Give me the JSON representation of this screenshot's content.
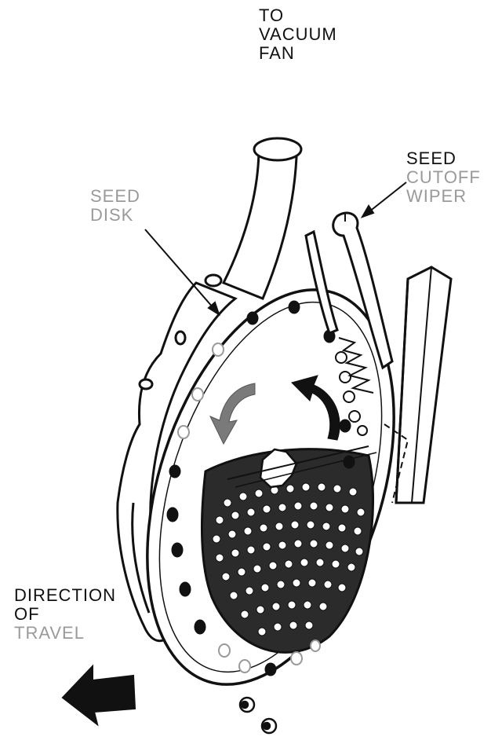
{
  "labels": {
    "vacuum": [
      "TO",
      "VACUUM",
      "FAN"
    ],
    "wiper": [
      "SEED",
      "CUTOFF",
      "WIPER"
    ],
    "disk": [
      "SEED",
      "DISK"
    ],
    "direction": [
      "DIRECTION",
      "OF",
      "TRAVEL"
    ]
  },
  "colors": {
    "ink": "#111111",
    "faded_text": "#9a9a9a",
    "rotation_arrow_gray": "#7a7a7a",
    "background": "#ffffff"
  },
  "icons": {
    "rotation_arrow_left": "curved-arrow-icon",
    "rotation_arrow_right": "curved-arrow-icon",
    "direction_arrow": "left-arrow-icon"
  }
}
